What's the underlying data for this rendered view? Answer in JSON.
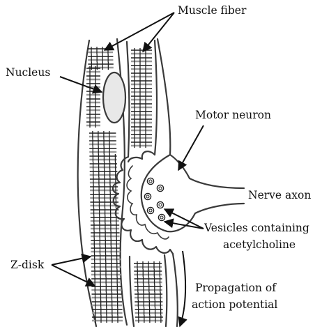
{
  "labels": {
    "muscle_fiber": "Muscle fiber",
    "nucleus": "Nucleus",
    "motor_neuron": "Motor neuron",
    "nerve_axon": "Nerve axon",
    "vesicles_line1": "Vesicles containing",
    "vesicles_line2": "acetylcholine",
    "z_disk": "Z-disk",
    "propagation_line1": "Propagation of",
    "propagation_line2": "action potential"
  },
  "colors": {
    "outline": "#3a3a3a",
    "z_line": "#1f1f1f",
    "band": "#9a9a9a",
    "nucleus_fill": "#e8e8e8"
  }
}
